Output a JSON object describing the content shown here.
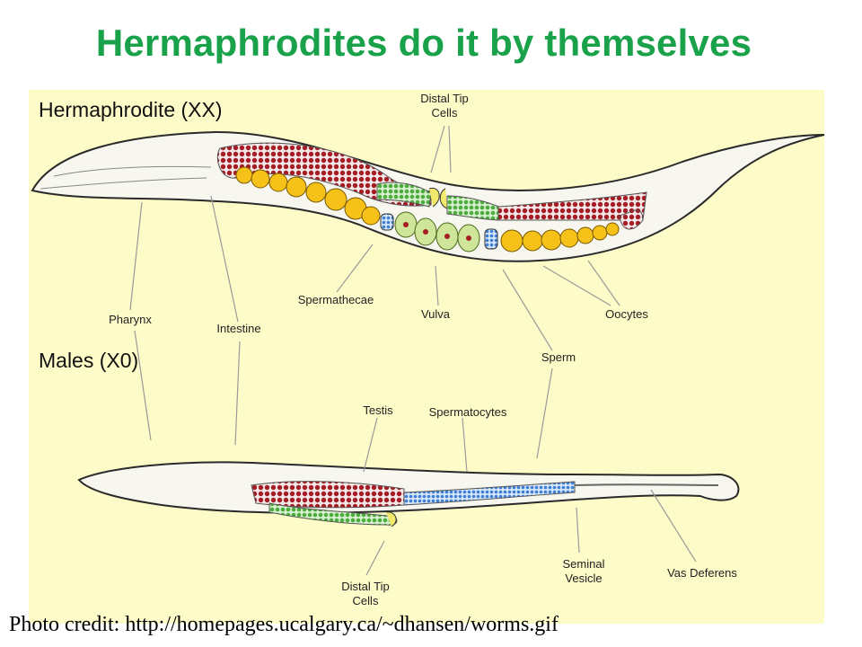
{
  "title": "Hermaphrodites do it by themselves",
  "hermaphrodite": {
    "label": "Hermaphrodite (XX)",
    "callouts": {
      "distal_tip_line1": "Distal Tip",
      "distal_tip_line2": "Cells",
      "pharynx": "Pharynx",
      "intestine": "Intestine",
      "spermathecae": "Spermathecae",
      "vulva": "Vulva",
      "oocytes": "Oocytes",
      "sperm": "Sperm"
    }
  },
  "male": {
    "label": "Males (X0)",
    "callouts": {
      "testis": "Testis",
      "spermatocytes": "Spermatocytes",
      "seminal_line1": "Seminal",
      "seminal_line2": "Vesicle",
      "vas_deferens": "Vas Deferens",
      "distal_tip_line1": "Distal Tip",
      "distal_tip_line2": "Cells"
    }
  },
  "credit": "Photo credit: http://homepages.ucalgary.ca/~dhansen/worms.gif",
  "colors": {
    "title": "#1aa24a",
    "panel": "#fdfbc8",
    "intestine_red": "#a51c24",
    "oocyte_yellow": "#f6c21a",
    "germline_green": "#4cae3a",
    "sperm_blue": "#3d7fd6"
  }
}
